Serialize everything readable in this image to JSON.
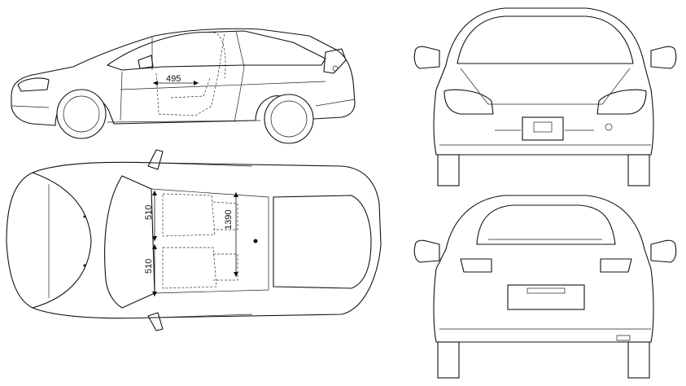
{
  "dimensions": {
    "side_seat_length": "495",
    "top_seat_width_left": "510",
    "top_seat_width_right": "510",
    "top_cabin_length": "1390"
  },
  "views": [
    "side-view",
    "top-view",
    "front-view",
    "rear-view"
  ],
  "colors": {
    "line": "#111111",
    "background": "#ffffff"
  }
}
